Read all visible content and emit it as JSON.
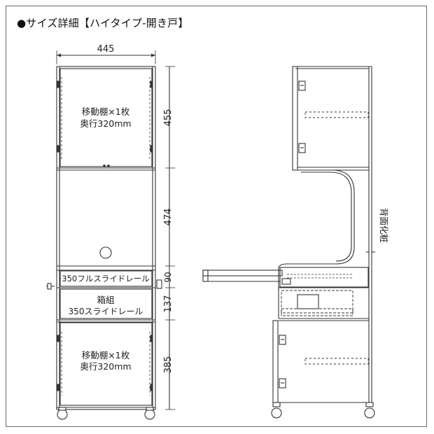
{
  "title": "●サイズ詳細【ハイタイプ-開き戸】",
  "dimensions": {
    "width": "445",
    "upper_height": "455",
    "middle_height": "474",
    "rail_height": "90",
    "drawer_height": "137",
    "lower_height": "385"
  },
  "labels": {
    "upper_shelf_line1": "移動棚×1枚",
    "upper_shelf_line2": "奥行320mm",
    "full_slide_rail": "350フルスライドレール",
    "box_line1": "箱組",
    "box_line2": "350スライドレール",
    "lower_shelf_line1": "移動棚×1枚",
    "lower_shelf_line2": "奥行320mm",
    "back_finish": "背面化粧"
  },
  "colors": {
    "line": "#333333",
    "dash": "#555555",
    "text": "#222222"
  }
}
